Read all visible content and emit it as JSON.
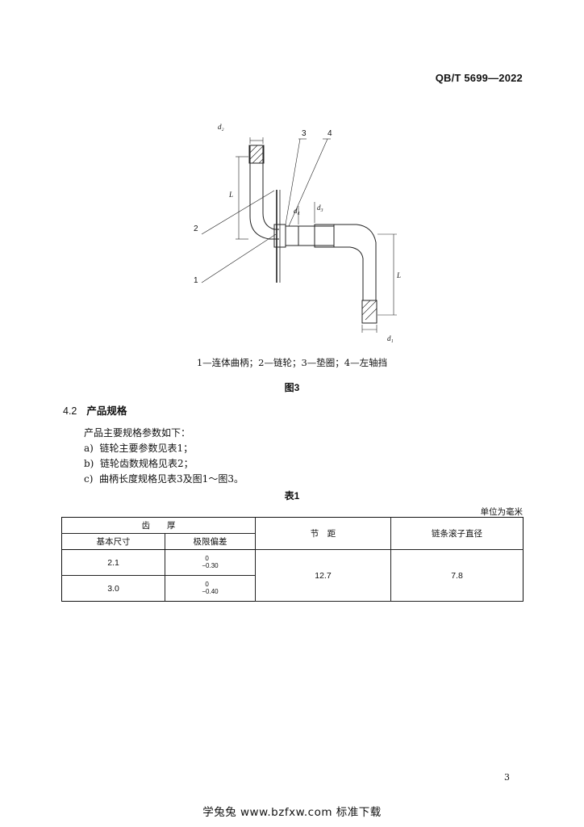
{
  "header": {
    "standard_code": "QB/T 5699—2022"
  },
  "figure": {
    "caption": "1—连体曲柄；2—链轮；3—垫圈；4—左轴挡",
    "title": "图3",
    "callouts": [
      "1",
      "2",
      "3",
      "4"
    ],
    "dimension_labels": {
      "d2": "d₂",
      "d4": "d₄",
      "d3": "d₃",
      "d1": "d₁",
      "L_upper": "L",
      "L_lower": "L"
    }
  },
  "section": {
    "number": "4.2",
    "title": "产品规格"
  },
  "body": {
    "intro": "产品主要规格参数如下：",
    "list": [
      {
        "marker": "a)",
        "text": "链轮主要参数见表1；"
      },
      {
        "marker": "b)",
        "text": "链轮齿数规格见表2；"
      },
      {
        "marker": "c)",
        "text": "曲柄长度规格见表3及图1～图3。"
      }
    ]
  },
  "table": {
    "title": "表1",
    "unit": "单位为毫米",
    "headers": {
      "tooth_thickness": "齿　　厚",
      "basic_size": "基本尺寸",
      "tolerance": "极限偏差",
      "pitch": "节　距",
      "roller_diameter": "链条滚子直径"
    },
    "rows": [
      {
        "basic": "2.1",
        "tol_upper": "0",
        "tol_lower": "−0.30"
      },
      {
        "basic": "3.0",
        "tol_upper": "0",
        "tol_lower": "−0.40"
      }
    ],
    "pitch_value": "12.7",
    "roller_value": "7.8"
  },
  "footer": {
    "page_number": "3",
    "watermark": "学兔兔 www.bzfxw.com 标准下载"
  }
}
